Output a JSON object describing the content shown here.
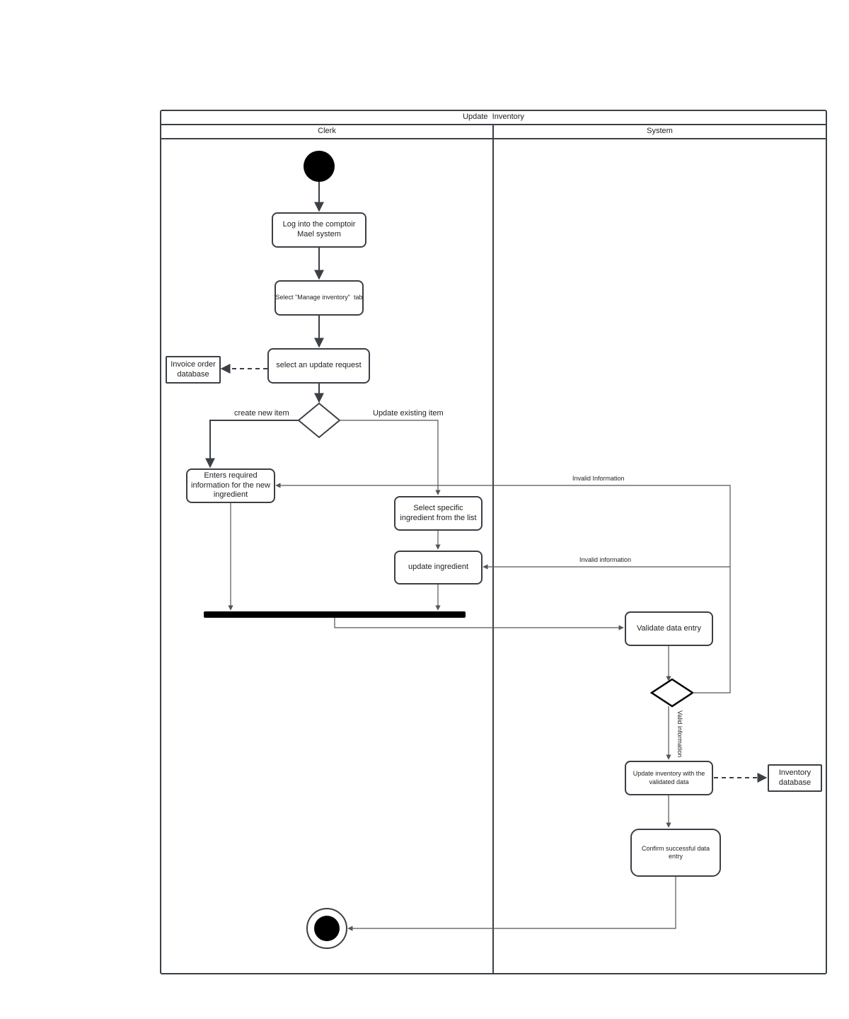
{
  "diagram": {
    "title": "Update  Inventory",
    "lanes": [
      "Clerk",
      "System"
    ],
    "nodes": {
      "login": "Log into the comptoir Mael system",
      "select_tab": "Select \"Manage inventory\"  tab",
      "select_request": "select an update request",
      "invoice_db": "Invoice order database",
      "enter_info": "Enters required information for the new ingredient",
      "select_ingredient": "Select specific ingredient from the list",
      "update_ingredient": "update ingredient",
      "validate": "Validate data entry",
      "update_inventory": "Update inventory with the validated data",
      "inventory_db": "Inventory database",
      "confirm": "Confirm successful data entry"
    },
    "edge_labels": {
      "create_new": "create new item",
      "update_existing": "Update existing item",
      "invalid_1": "Invalid Information",
      "invalid_2": "Invalid information",
      "valid": "Valid information"
    }
  }
}
